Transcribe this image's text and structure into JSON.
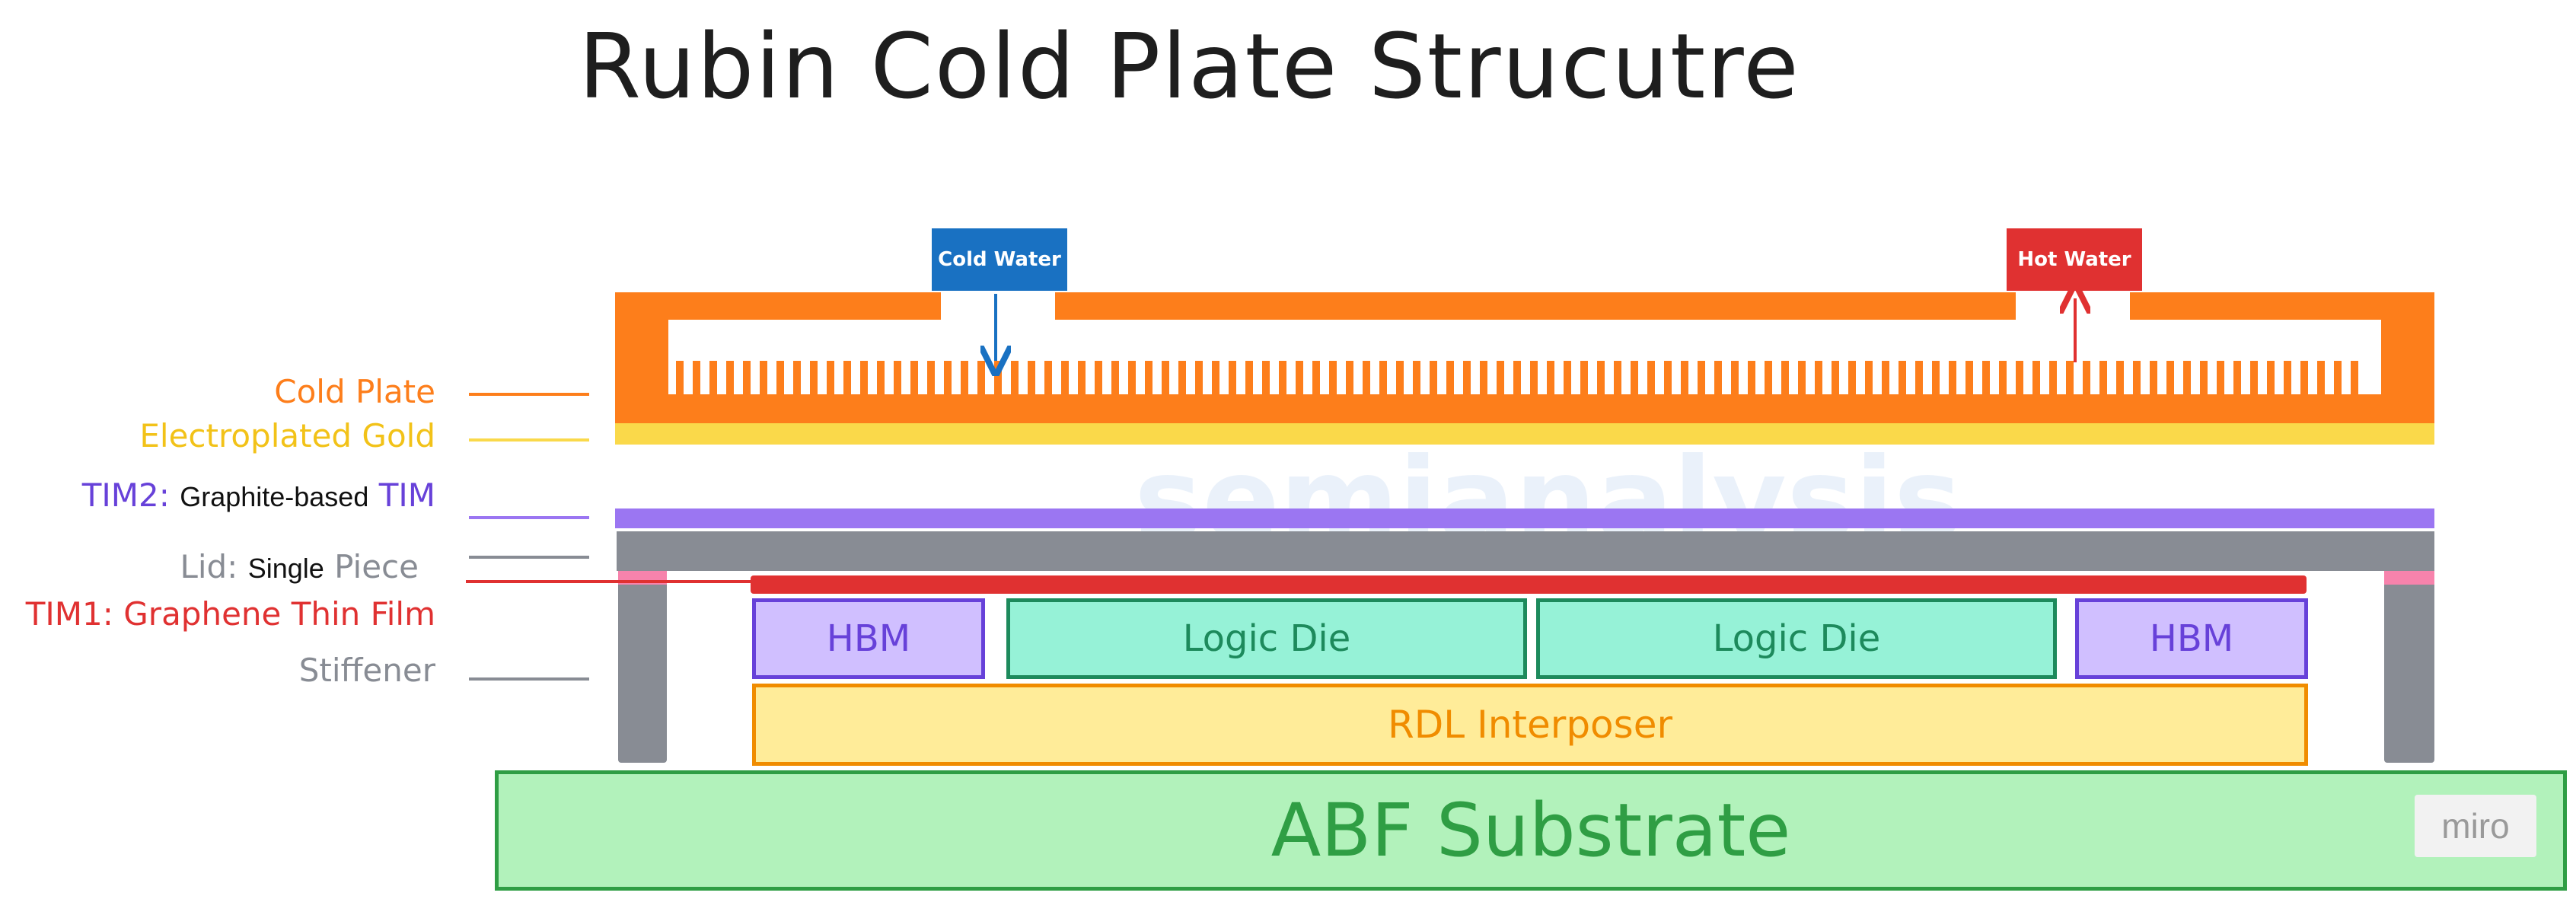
{
  "title": "Rubin Cold Plate Strucutre",
  "colors": {
    "cold_plate": "#fd7e1b",
    "gold": "#fad94a",
    "tim2": "#9b76f2",
    "lid": "#888c94",
    "tim1": "#e03131",
    "stiffener_pad": "#f783ac",
    "hbm_fill": "#d0bfff",
    "hbm_border": "#6741d9",
    "logic_fill": "#96f2d7",
    "logic_border": "#1d8a5c",
    "rdl_fill": "#ffec99",
    "rdl_border": "#f08c00",
    "abf_fill": "#b2f2bb",
    "abf_border": "#2f9e44",
    "cold_water": "#1971c2",
    "hot_water": "#e03131"
  },
  "inlet": {
    "label": "Cold Water"
  },
  "outlet": {
    "label": "Hot Water"
  },
  "legend": {
    "cold_plate": "Cold Plate",
    "gold": "Electroplated Gold",
    "tim2_a": "TIM2:",
    "tim2_b": "Graphite-based",
    "tim2_c": "TIM",
    "lid_a": "Lid:",
    "lid_b": "Single",
    "lid_c": "Piece",
    "tim1": "TIM1: Graphene Thin Film",
    "stiffener": "Stiffener"
  },
  "dies": {
    "hbm_left": "HBM",
    "logic_left": "Logic Die",
    "logic_right": "Logic Die",
    "hbm_right": "HBM"
  },
  "interposer": "RDL Interposer",
  "substrate": "ABF Substrate",
  "watermark": "semianalysis",
  "badge": "miro"
}
